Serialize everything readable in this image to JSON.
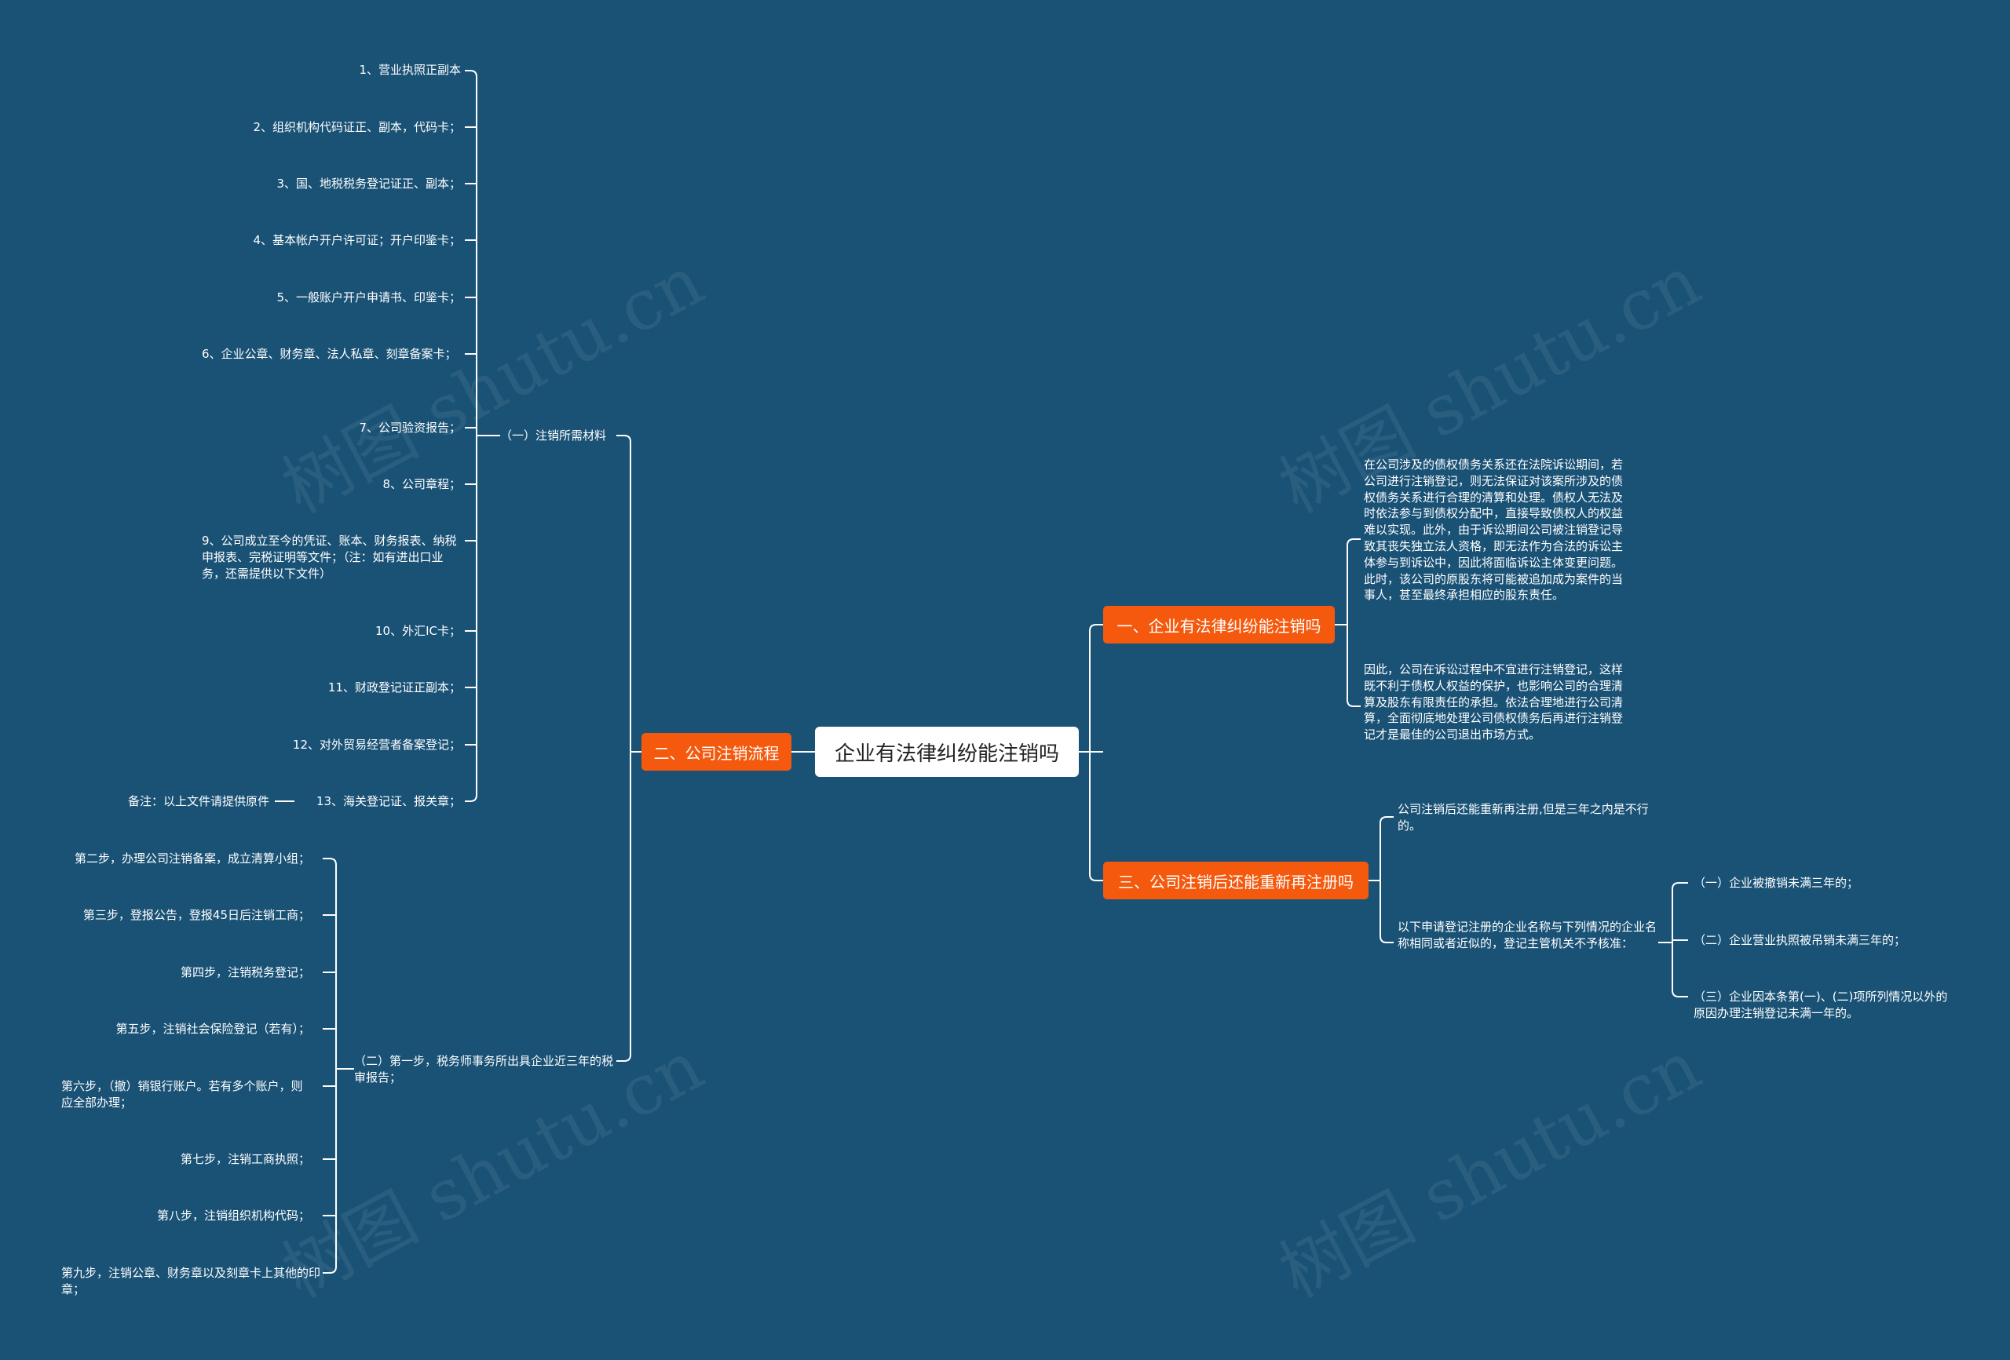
{
  "root": {
    "label": "企业有法律纠纷能注销吗"
  },
  "branches": {
    "b1": {
      "label": "一、企业有法律纠纷能注销吗"
    },
    "b2": {
      "label": "二、公司注销流程"
    },
    "b3": {
      "label": "三、公司注销后还能重新再注册吗"
    }
  },
  "b1_children": [
    "在公司涉及的债权债务关系还在法院诉讼期间，若公司进行注销登记，则无法保证对该案所涉及的债权债务关系进行合理的清算和处理。债权人无法及时依法参与到债权分配中，直接导致债权人的权益难以实现。此外，由于诉讼期间公司被注销登记导致其丧失独立法人资格，即无法作为合法的诉讼主体参与到诉讼中，因此将面临诉讼主体变更问题。此时，该公司的原股东将可能被追加成为案件的当事人，甚至最终承担相应的股东责任。",
    "因此，公司在诉讼过程中不宜进行注销登记，这样既不利于债权人权益的保护，也影响公司的合理清算及股东有限责任的承担。依法合理地进行公司清算，全面彻底地处理公司债权债务后再进行注销登记才是最佳的公司退出市场方式。"
  ],
  "b2_children": {
    "materials": {
      "label": "（一）注销所需材料",
      "items": [
        "1、营业执照正副本",
        "2、组织机构代码证正、副本，代码卡；",
        "3、国、地税税务登记证正、副本；",
        "4、基本帐户开户许可证；开户印鉴卡；",
        "5、一般账户开户申请书、印鉴卡；",
        "6、企业公章、财务章、法人私章、刻章备案卡；",
        "7、公司验资报告；",
        "8、公司章程；",
        "9、公司成立至今的凭证、账本、财务报表、纳税申报表、完税证明等文件；（注：如有进出口业务，还需提供以下文件）",
        "10、外汇IC卡；",
        "11、财政登记证正副本；",
        "12、对外贸易经营者备案登记；",
        "13、海关登记证、报关章；"
      ],
      "note": "备注：以上文件请提供原件"
    },
    "steps": {
      "label": "（二）第一步，税务师事务所出具企业近三年的税审报告；",
      "items": [
        "第二步，办理公司注销备案，成立清算小组；",
        "第三步，登报公告，登报45日后注销工商；",
        "第四步，注销税务登记；",
        "第五步，注销社会保险登记（若有）；",
        "第六步，（撤）销银行账户。若有多个账户，则应全部办理；",
        "第七步，注销工商执照；",
        "第八步，注销组织机构代码；",
        "第九步，注销公章、财务章以及刻章卡上其他的印章；"
      ]
    }
  },
  "b3_children": {
    "c1": "公司注销后还能重新再注册,但是三年之内是不行的。",
    "c2": {
      "label": "以下申请登记注册的企业名称与下列情况的企业名称相同或者近似的，登记主管机关不予核准：",
      "items": [
        "（一）企业被撤销未满三年的；",
        "（二）企业营业执照被吊销未满三年的；",
        "（三）企业因本条第(一)、(二)项所列情况以外的原因办理注销登记未满一年的。"
      ]
    }
  },
  "watermark": "树图 shutu.cn",
  "colors": {
    "background": "#1a5276",
    "branch": "#f4590e",
    "root": "#ffffff",
    "line": "#ffffff"
  }
}
